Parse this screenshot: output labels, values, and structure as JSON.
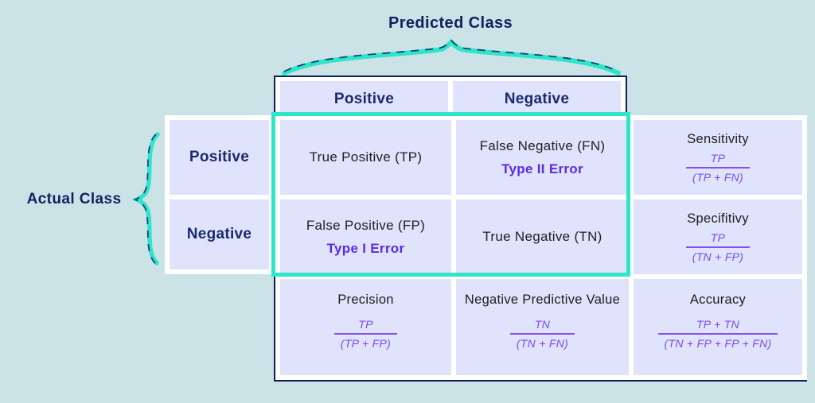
{
  "labels": {
    "predicted": "Predicted Class",
    "actual": "Actual Class"
  },
  "matrix": {
    "column_headers": [
      "Positive",
      "Negative"
    ],
    "row_headers": [
      "Positive",
      "Negative"
    ],
    "cells": {
      "true_positive": "True Positive (TP)",
      "false_negative": "False Negative (FN)",
      "false_negative_error": "Type II Error",
      "false_positive": "False Positive (FP)",
      "false_positive_error": "Type I Error",
      "true_negative": "True Negative (TN)"
    }
  },
  "metrics": {
    "sensitivity": {
      "title": "Sensitivity",
      "numerator": "TP",
      "denominator": "(TP + FN)"
    },
    "specificity": {
      "title": "Specifitivy",
      "numerator": "TP",
      "denominator": "(TN + FP)"
    },
    "precision": {
      "title": "Precision",
      "numerator": "TP",
      "denominator": "(TP + FP)"
    },
    "negative_predictive_value": {
      "title": "Negative Predictive Value",
      "numerator": "TN",
      "denominator": "(TN + FN)"
    },
    "accuracy": {
      "title": "Accuracy",
      "numerator": "TP + TN",
      "denominator": "(TN + FP + FP + FN)"
    }
  },
  "colors": {
    "background": "#cbe3e7",
    "cell_background": "#dfe3fb",
    "table_background": "#ffffff",
    "navy": "#12205e",
    "teal_accent": "#2ee6c7",
    "purple_error": "#5c2ae2",
    "purple_formula": "#7b4af0",
    "cell_text": "#202124"
  }
}
